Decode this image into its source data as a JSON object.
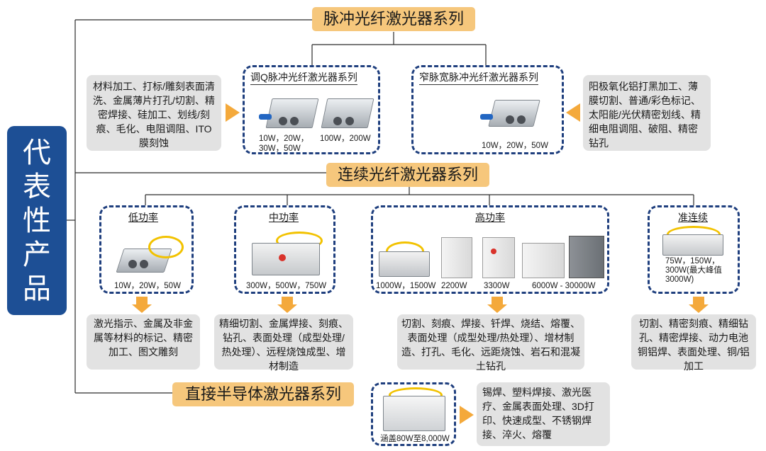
{
  "left_title": "代表性产品",
  "sections": {
    "pulse": {
      "header": "脉冲光纤激光器系列",
      "left_app": "材料加工、打标/雕刻表面清洗、金属薄片打孔/切割、精密焊接、硅加工、划线/刻痕、毛化、电阻调阻、ITO膜刻蚀",
      "right_app": "阳极氧化铝打黑加工、薄膜切割、普通/彩色标记、太阳能/光伏精密划线、精细电阻调阻、破阻、精密钻孔",
      "q_box": {
        "title": "调Q脉冲光纤激光器系列",
        "spec_a": "10W，20W，30W，50W",
        "spec_b": "100W，200W"
      },
      "mopa_box": {
        "title": "窄脉宽脉冲光纤激光器系列",
        "spec": "10W，20W，50W"
      }
    },
    "continuous": {
      "header": "连续光纤激光器系列",
      "low": {
        "title": "低功率",
        "spec": "10W，20W，50W",
        "app": "激光指示、金属及非金属等材料的标记、精密加工、图文雕刻"
      },
      "mid": {
        "title": "中功率",
        "spec": "300W，500W，750W",
        "app": "精细切割、金属焊接、刻痕、钻孔、表面处理（成型处理/热处理）、远程烧蚀成型、增材制造"
      },
      "high": {
        "title": "高功率",
        "spec1": "1000W，1500W",
        "spec2": "2200W",
        "spec3": "3300W",
        "spec4": "6000W - 30000W",
        "app": "切割、刻痕、焊接、钎焊、烧结、熔覆、表面处理（成型处理/热处理）、增材制造、打孔、毛化、远距烧蚀、岩石和混凝土钻孔"
      },
      "quasi": {
        "title": "准连续",
        "spec": "75W，150W，300W(最大峰值3000W)",
        "app": "切割、精密刻痕、精细钻孔、精密焊接、动力电池铜铝焊、表面处理、铜/铝加工"
      }
    },
    "diode": {
      "header": "直接半导体激光器系列",
      "spec": "涵盖80W至8,000W",
      "app": "锡焊、塑料焊接、激光医疗、金属表面处理、3D打印、快速成型、不锈钢焊接、淬火、熔覆"
    }
  },
  "colors": {
    "navy": "#1d4f95",
    "header_bg": "#f6c77c",
    "arrow": "#f4a93b",
    "dash": "#1f3f7e",
    "app_bg": "#e2e2e2"
  }
}
